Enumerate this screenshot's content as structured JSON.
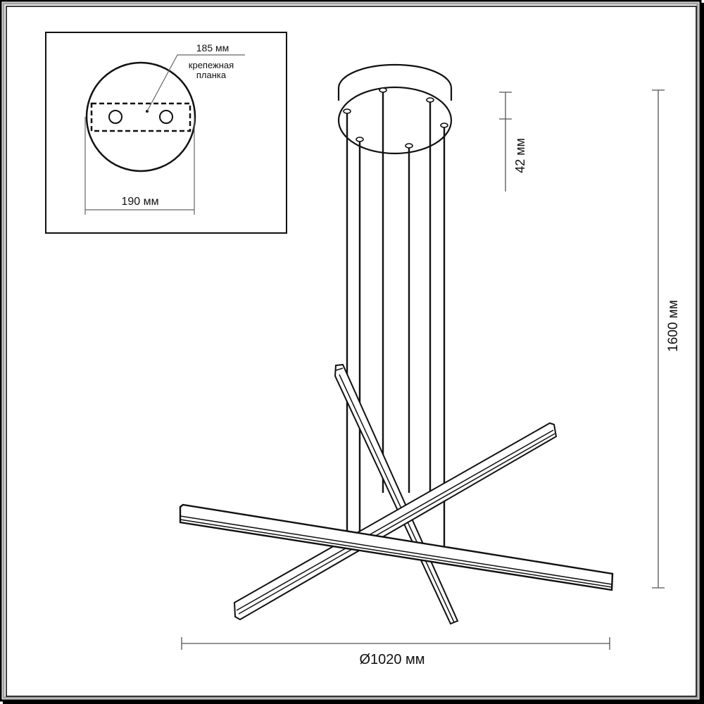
{
  "diagram": {
    "type": "technical-drawing",
    "subject": "pendant lamp with three crossed LED bars",
    "inset": {
      "mount_plate_length_label": "185 мм",
      "mount_plate_caption_line1": "крепежная",
      "mount_plate_caption_line2": "планка",
      "canopy_diameter_label": "190 мм"
    },
    "dimensions": {
      "canopy_height_label": "42 мм",
      "total_height_label": "1600 мм",
      "diameter_label": "Ø1020 мм"
    },
    "components": {
      "suspension_wires": 6,
      "light_bars": 3
    },
    "colors": {
      "line": "#111111",
      "dimension_line": "#555555",
      "background": "#ffffff",
      "frame_band": "#9a9a9a"
    }
  }
}
